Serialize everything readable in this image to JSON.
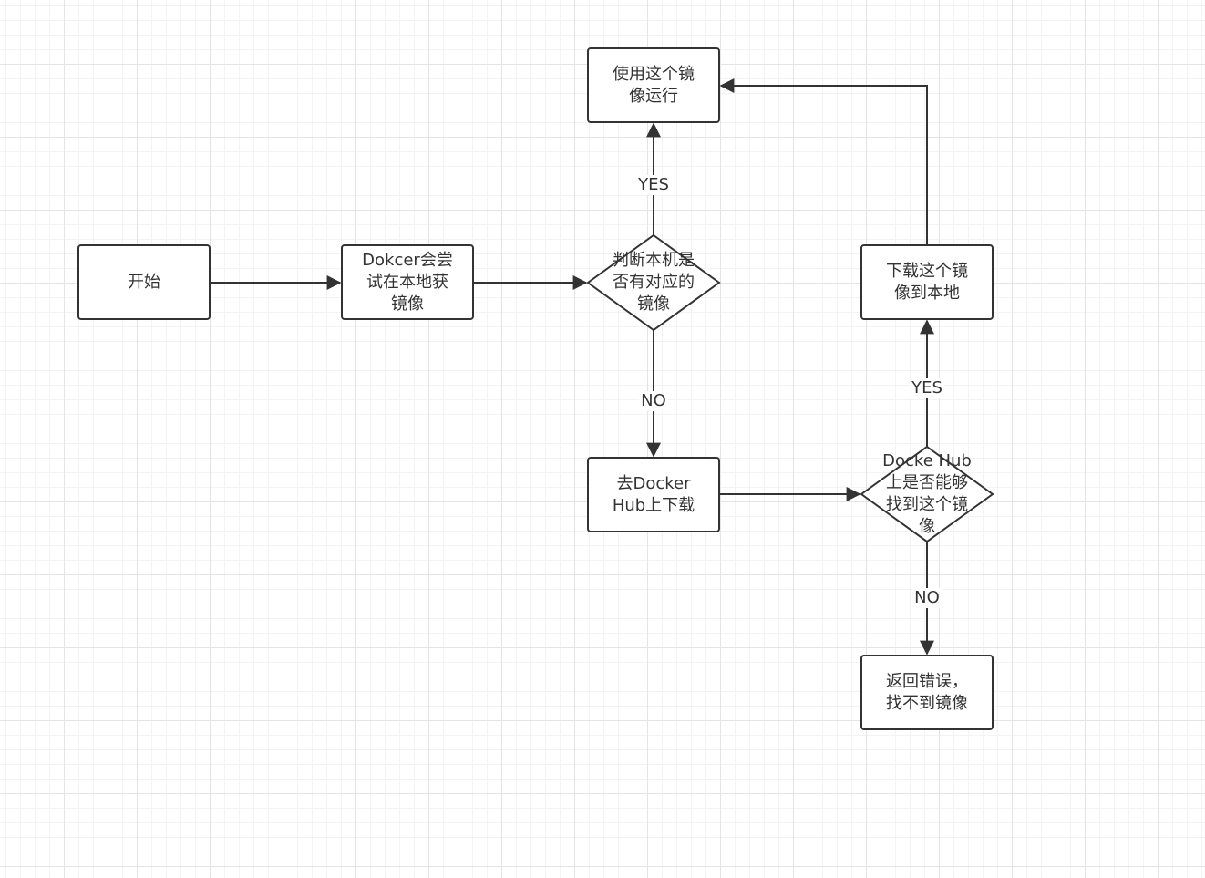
{
  "nodes": {
    "start": {
      "label": "开始"
    },
    "try_local": {
      "label": "Dokcer会尝\n试在本地获\n镜像"
    },
    "judge_local": {
      "label": "判断本机是\n否有对应的\n镜像"
    },
    "use_image": {
      "label": "使用这个镜\n像运行"
    },
    "go_hub": {
      "label": "去Docker\nHub上下载"
    },
    "hub_check": {
      "label": "Docke Hub\n上是否能够\n找到这个镜\n像"
    },
    "download": {
      "label": "下载这个镜\n像到本地"
    },
    "error": {
      "label": "返回错误，\n找不到镜像"
    }
  },
  "edges": {
    "judge_yes": {
      "label": "YES"
    },
    "judge_no": {
      "label": "NO"
    },
    "hub_yes": {
      "label": "YES"
    },
    "hub_no": {
      "label": "NO"
    }
  },
  "colors": {
    "stroke": "#333333",
    "text": "#333333",
    "fill": "#ffffff"
  }
}
